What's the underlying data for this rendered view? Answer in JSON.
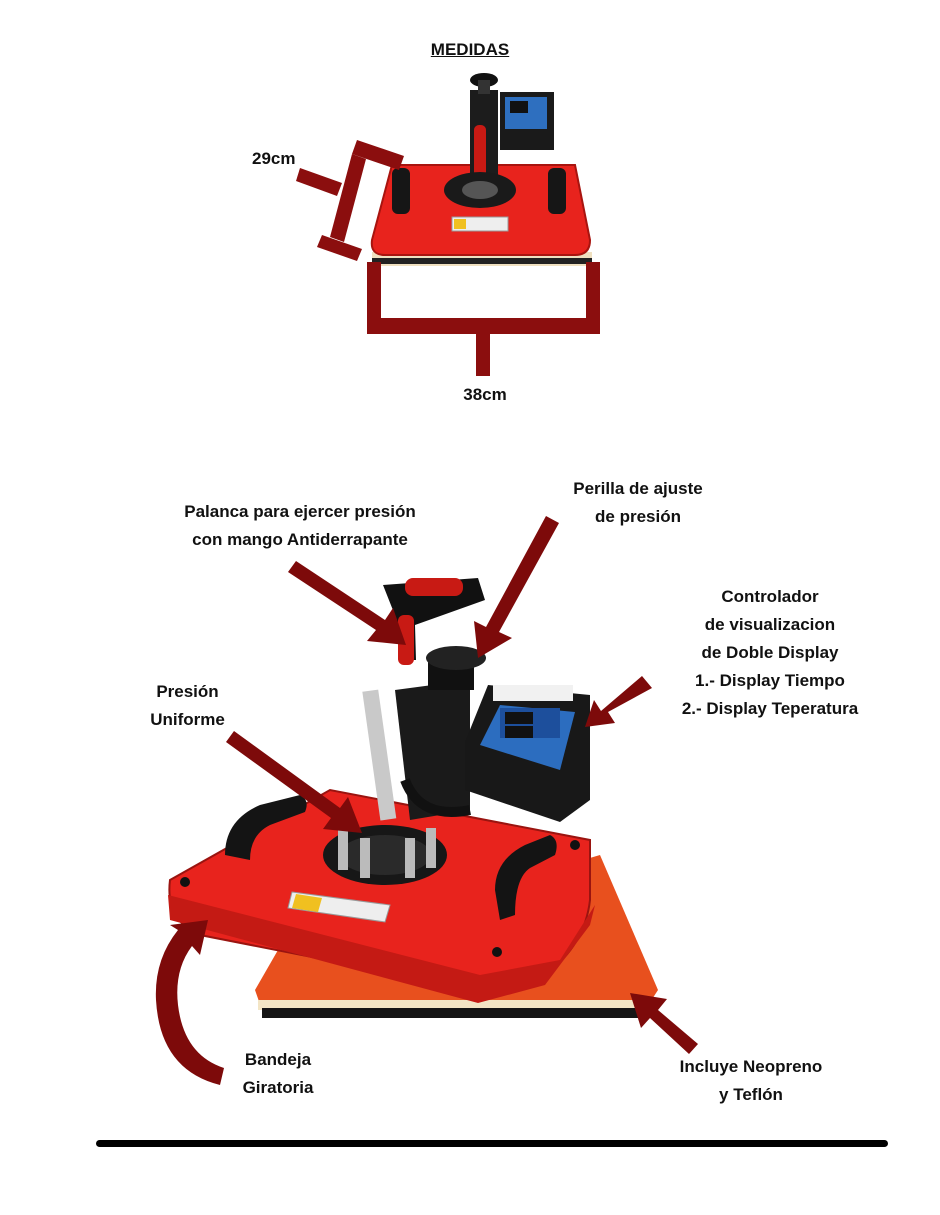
{
  "title": "MEDIDAS",
  "dimensions": {
    "height": "29cm",
    "width": "38cm"
  },
  "labels": {
    "lever": [
      "Palanca para ejercer presión",
      "con mango Antiderrapante"
    ],
    "knob": [
      "Perilla de ajuste",
      "de presión"
    ],
    "controller": [
      "Controlador",
      "de visualizacion",
      "de Doble Display",
      "1.- Display Tiempo",
      "2.- Display Teperatura"
    ],
    "pressure": [
      "Presión",
      "Uniforme"
    ],
    "tray": [
      "Bandeja",
      "Giratoria"
    ],
    "neoprene": [
      "Incluye Neopreno",
      "y Teflón"
    ]
  },
  "colors": {
    "arrow": "#7d0a0a",
    "press_red": "#e8231d",
    "platen_orange": "#e8501e",
    "black": "#111111"
  }
}
